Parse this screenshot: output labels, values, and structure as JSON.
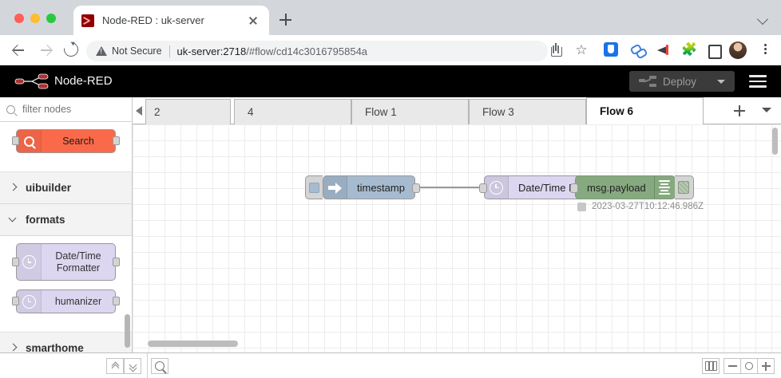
{
  "browser": {
    "tab": {
      "title": "Node-RED : uk-server",
      "favicon": "node-red-favicon",
      "close": "close-icon"
    },
    "new_tab_label": "+",
    "toolbar": {
      "back": "back-arrow-icon",
      "forward": "forward-arrow-icon",
      "reload": "reload-icon",
      "security_label": "Not Secure",
      "url_host": "uk-server:2718",
      "url_path": "/#flow/cd14c3016795854a",
      "icons": [
        "share-icon",
        "bookmark-star-icon",
        "shield-icon",
        "link-icon",
        "megaphone-icon",
        "puzzle-icon",
        "square-icon",
        "avatar",
        "browser-menu-icon"
      ]
    }
  },
  "nodered": {
    "brand": "Node-RED",
    "deploy": {
      "label": "Deploy",
      "enabled": false
    },
    "menu": "hamburger-menu-icon",
    "palette": {
      "filter_placeholder": "filter nodes",
      "search_node": {
        "label": "Search",
        "color": "#fa6a4a"
      },
      "categories": [
        {
          "label": "uibuilder",
          "expanded": false,
          "nodes": []
        },
        {
          "label": "formats",
          "expanded": true,
          "nodes": [
            {
              "label": "Date/Time Formatter",
              "color": "#dcd6f0",
              "icon": "clock-icon"
            },
            {
              "label": "humanizer",
              "color": "#dcd6f0",
              "icon": "clock-icon"
            }
          ]
        },
        {
          "label": "smarthome",
          "expanded": false,
          "nodes": []
        }
      ]
    },
    "tabs": {
      "scroll_left": "scroll-left-arrow",
      "items": [
        {
          "label": "2",
          "active": false
        },
        {
          "label": "4",
          "active": false
        },
        {
          "label": "Flow 1",
          "active": false
        },
        {
          "label": "Flow 3",
          "active": false
        },
        {
          "label": "Flow 6",
          "active": true
        }
      ],
      "add_label": "+",
      "menu": "tabs-menu-caret"
    },
    "canvas": {
      "nodes": [
        {
          "name": "timestamp",
          "type": "inject",
          "color": "#a6bbcf",
          "icon": "arrow-right-icon"
        },
        {
          "name": "Date/Time Formatter",
          "type": "function",
          "color": "#dcd6f0",
          "icon": "clock-icon"
        },
        {
          "name": "msg.payload",
          "type": "debug",
          "color": "#87a980",
          "icon": "debug-lines-icon"
        }
      ],
      "debug_status": "2023-03-27T10:12:46.986Z"
    },
    "statusbar": {
      "expand_label": "collapse-all-icon",
      "collapse_label": "expand-all-icon",
      "search": "search-icon",
      "navigator": "navigator-map-icon",
      "zoom_out": "zoom-out-icon",
      "zoom_reset": "zoom-reset-icon",
      "zoom_in": "zoom-in-icon"
    }
  }
}
